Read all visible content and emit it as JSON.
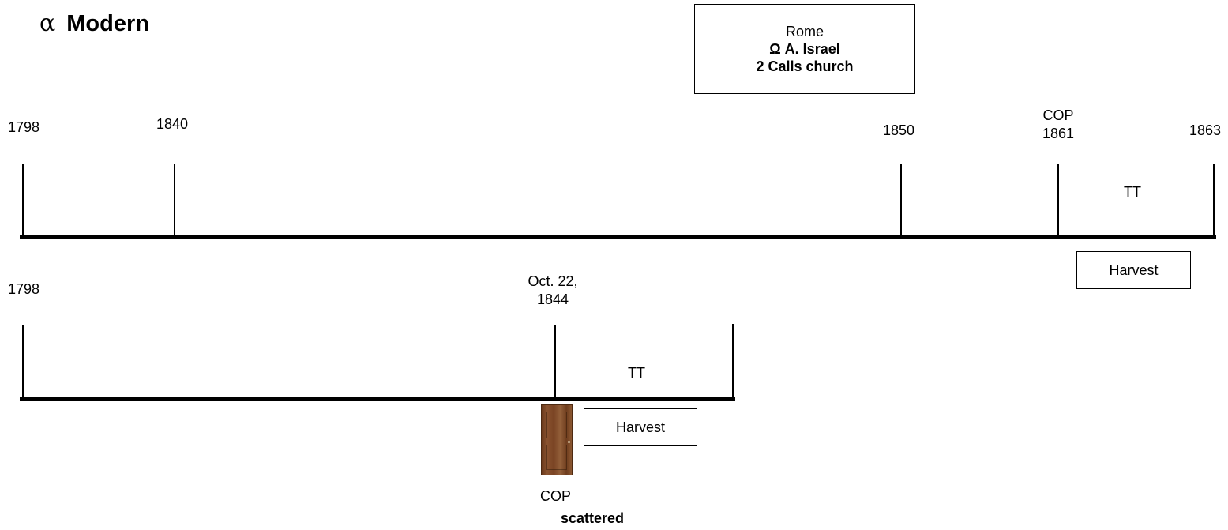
{
  "title": {
    "symbol": "α",
    "text": "Modern"
  },
  "rome_box": {
    "line1": "Rome",
    "line2": "Ω  A. Israel",
    "line3": "2 Calls church"
  },
  "timeline_top": {
    "labels": {
      "y1798": "1798",
      "y1840": "1840",
      "y1850": "1850",
      "cop": "COP",
      "y1861": "1861",
      "y1863": "1863"
    },
    "tt": "TT",
    "harvest": "Harvest"
  },
  "timeline_bottom": {
    "labels": {
      "y1798": "1798",
      "oct_line1": "Oct. 22,",
      "oct_line2": "1844"
    },
    "tt": "TT",
    "harvest": "Harvest",
    "cop": "COP",
    "scattered": "scattered"
  },
  "colors": {
    "line": "#000000",
    "door": "#7a4424"
  },
  "icons": {
    "door": "door-icon"
  }
}
